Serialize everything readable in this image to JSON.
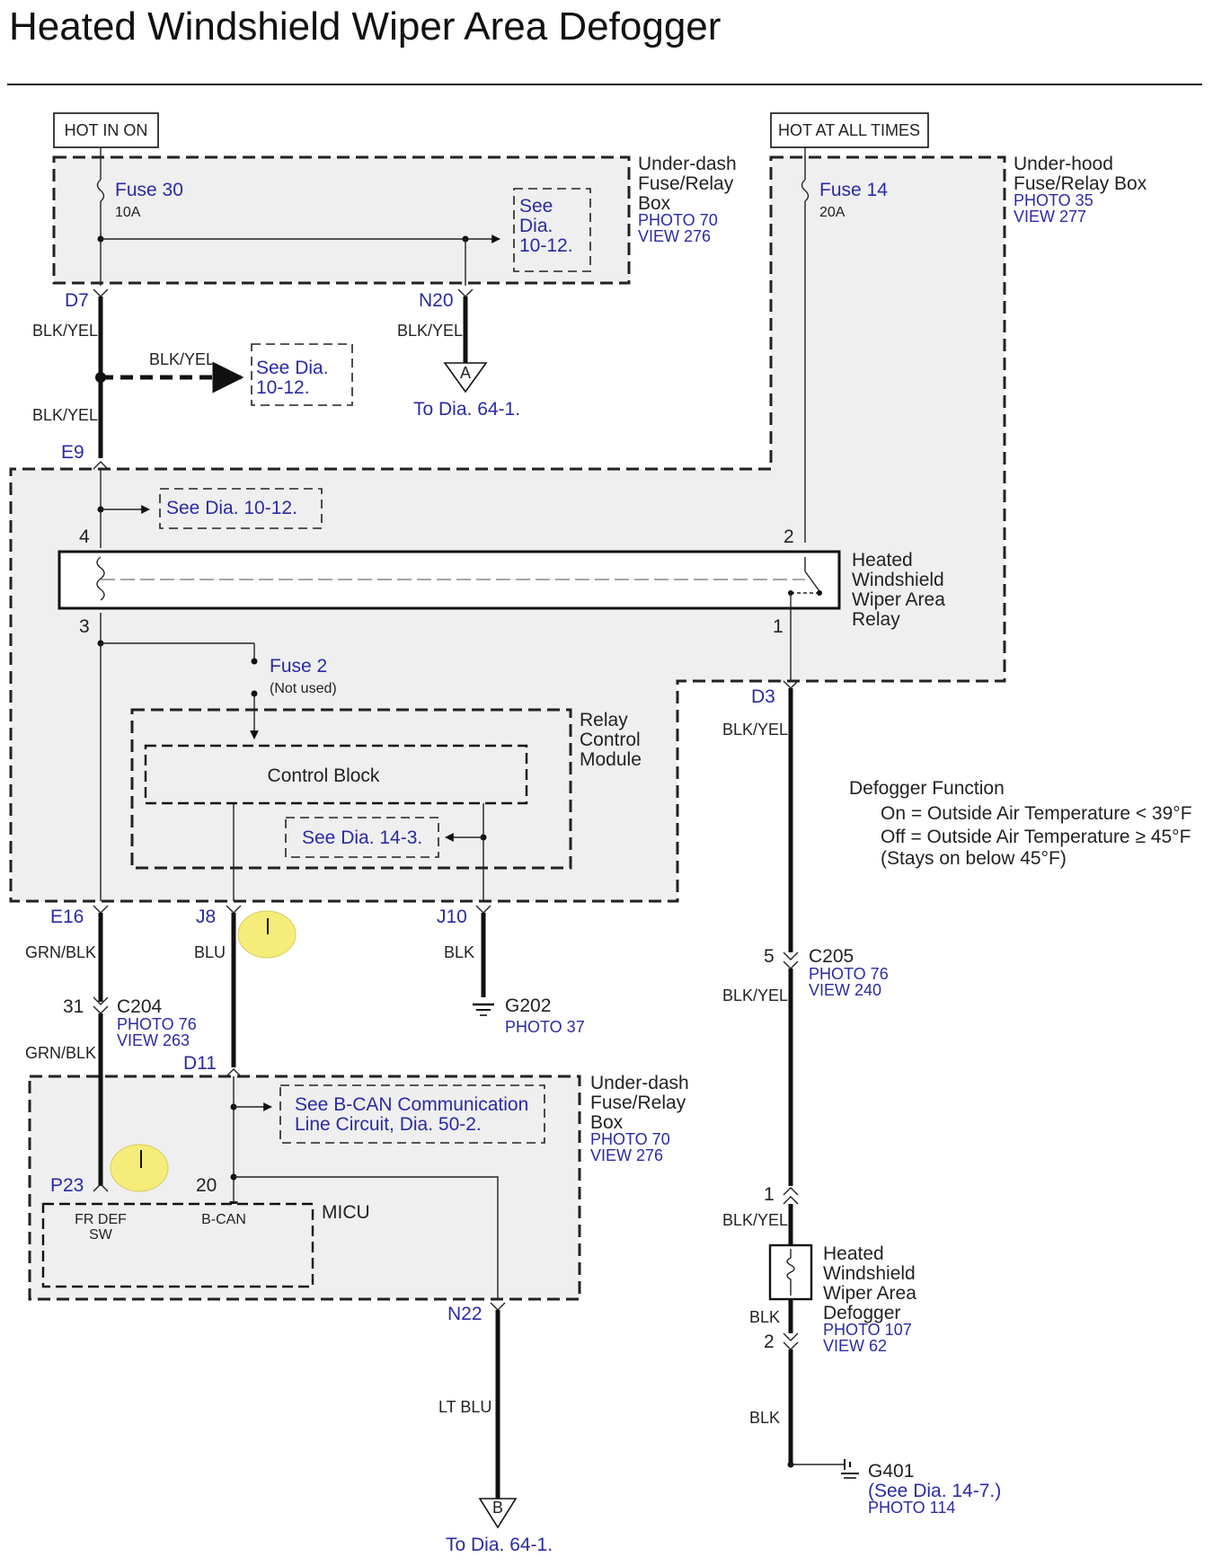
{
  "title": "Heated Windshield Wiper Area Defogger",
  "power": {
    "hot_in_on": "HOT IN ON",
    "hot_at_all_times": "HOT AT ALL TIMES"
  },
  "underdash_box": {
    "label_line1": "Under-dash",
    "label_line2": "Fuse/Relay",
    "label_line3": "Box",
    "photo": "PHOTO 70",
    "view": "VIEW 276",
    "fuse_name": "Fuse 30",
    "fuse_rating": "10A",
    "ref_line1": "See",
    "ref_line2": "Dia.",
    "ref_line3": "10-12."
  },
  "underhood_box": {
    "label_line1": "Under-hood",
    "label_line2": "Fuse/Relay Box",
    "photo": "PHOTO 35",
    "view": "VIEW 277",
    "fuse_name": "Fuse 14",
    "fuse_rating": "20A"
  },
  "connectors": {
    "d7": "D7",
    "n20": "N20",
    "e9": "E9",
    "d3": "D3",
    "e16": "E16",
    "j8": "J8",
    "j10": "J10",
    "d11": "D11",
    "p23": "P23",
    "n22": "N22"
  },
  "pins": {
    "p4": "4",
    "p2": "2",
    "p3": "3",
    "p1": "1",
    "p31": "31",
    "p20": "20",
    "p5": "5",
    "p1b": "1",
    "p2b": "2"
  },
  "wires": {
    "d7_wire": "BLK/YEL",
    "branch_wire": "BLK/YEL",
    "e9_wire": "BLK/YEL",
    "n20_wire": "BLK/YEL",
    "d3_wire": "BLK/YEL",
    "e16_wire": "GRN/BLK",
    "j8_wire": "BLU",
    "j10_wire": "BLK",
    "c204_lower_wire": "GRN/BLK",
    "c205_lower_wire": "BLK/YEL",
    "defog_upper_wire": "BLK/YEL",
    "defog_lower_wire": "BLK",
    "g401_wire": "BLK",
    "n22_wire": "LT BLU"
  },
  "refs": {
    "branch_ref_line1": "See Dia.",
    "branch_ref_line2": "10-12.",
    "to_dia_a": "To Dia. 64-1.",
    "connector_a": "A",
    "e9_ref": "See Dia. 10-12.",
    "ctrl_ref": "See Dia. 14-3.",
    "bcan_ref_line1": "See B-CAN Communication",
    "bcan_ref_line2": "Line Circuit, Dia. 50-2.",
    "to_dia_b": "To Dia. 64-1.",
    "connector_b": "B"
  },
  "relay": {
    "label_line1": "Heated",
    "label_line2": "Windshield",
    "label_line3": "Wiper Area",
    "label_line4": "Relay"
  },
  "fuse2": {
    "name": "Fuse 2",
    "note": "(Not used)"
  },
  "relay_control_module": {
    "label_line1": "Relay",
    "label_line2": "Control",
    "label_line3": "Module",
    "control_block": "Control Block"
  },
  "defogger_function": {
    "heading": "Defogger Function",
    "on_line": "On = Outside Air Temperature < 39°F",
    "off_line": "Off = Outside Air Temperature ≥ 45°F",
    "note": "(Stays on below 45°F)"
  },
  "grounds": {
    "g202": "G202",
    "g202_photo": "PHOTO 37",
    "g401": "G401",
    "g401_ref": "(See Dia. 14-7.)",
    "g401_photo": "PHOTO 114"
  },
  "c204": {
    "name": "C204",
    "photo": "PHOTO 76",
    "view": "VIEW 263"
  },
  "c205": {
    "name": "C205",
    "photo": "PHOTO 76",
    "view": "VIEW 240"
  },
  "micu": {
    "name": "MICU",
    "fr_def_line1": "FR DEF",
    "fr_def_line2": "SW",
    "bcan": "B-CAN",
    "box_line1": "Under-dash",
    "box_line2": "Fuse/Relay",
    "box_line3": "Box",
    "photo": "PHOTO 70",
    "view": "VIEW 276"
  },
  "defogger": {
    "label_line1": "Heated",
    "label_line2": "Windshield",
    "label_line3": "Wiper Area",
    "label_line4": "Defogger",
    "photo": "PHOTO 107",
    "view": "VIEW 62"
  },
  "colors": {
    "line": "#111111",
    "box_fill": "#efefef",
    "label_blue": "#2a2aa8",
    "marker": "#f5ec7a"
  }
}
